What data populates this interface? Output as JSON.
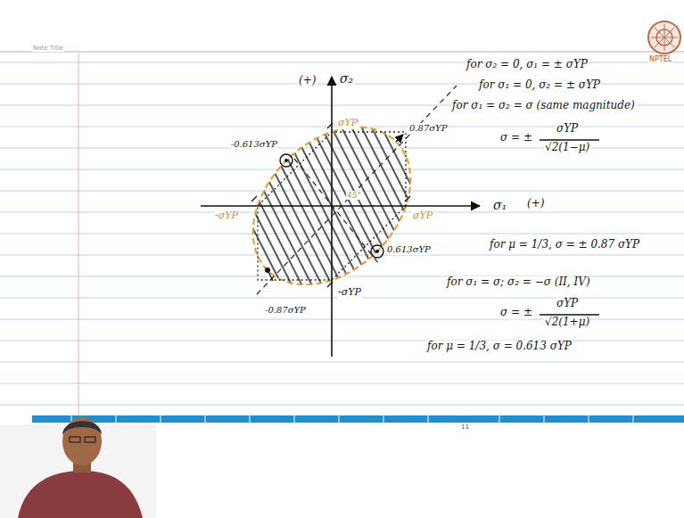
{
  "diagram": {
    "labels": [
      "Note Title",
      "(+)",
      "σ₂",
      "σ₁",
      "(+)",
      "σYP",
      "-σYP",
      "σYP",
      "-σYP",
      "-0.613σYP",
      "0.87σYP",
      "0.613σYP",
      "-0.87σYP",
      "45°",
      "for σ₂ = 0, σ₁ = ± σYP",
      "for σ₁ = 0, σ₂ = ± σYP",
      "for σ₁ = σ₂ = σ (same magnitude)",
      "σ = ±",
      "σYP",
      "√2(1−μ)",
      "for μ = 1/3, σ = ± 0.87 σYP",
      "for σ₁ = σ; σ₂ = −σ (II, IV)",
      "σ = ±",
      "σYP",
      "√2(1+μ)",
      "for μ = 1/3, σ = 0.613 σYP",
      "NPTEL",
      "11"
    ]
  }
}
